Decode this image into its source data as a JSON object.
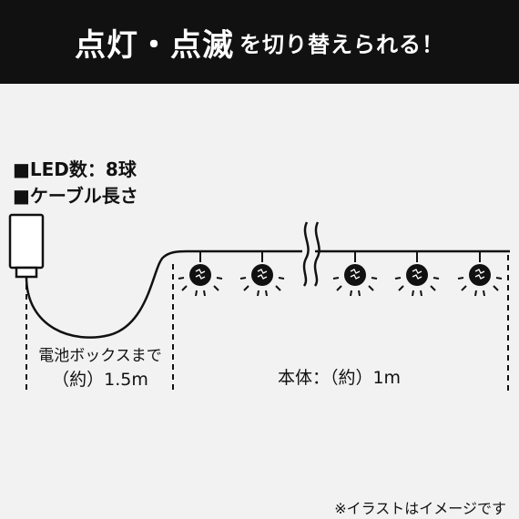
{
  "header": {
    "title_main": "点灯・点滅",
    "title_sub": "を切り替えられる！"
  },
  "specs": {
    "led_count": "■LED数：8球",
    "cable_length": "■ケーブル長さ"
  },
  "dimensions": {
    "battery_label_line1": "電池ボックスまで",
    "battery_label_line2": "（約）1.5m",
    "body_label": "本体：（約）1m"
  },
  "note": "※イラストはイメージです",
  "colors": {
    "header_bg": "#111111",
    "page_bg": "#f2f2f2",
    "ink": "#111111"
  },
  "icons": [
    "battery-box-icon",
    "bulb-icon",
    "break-mark-icon"
  ]
}
